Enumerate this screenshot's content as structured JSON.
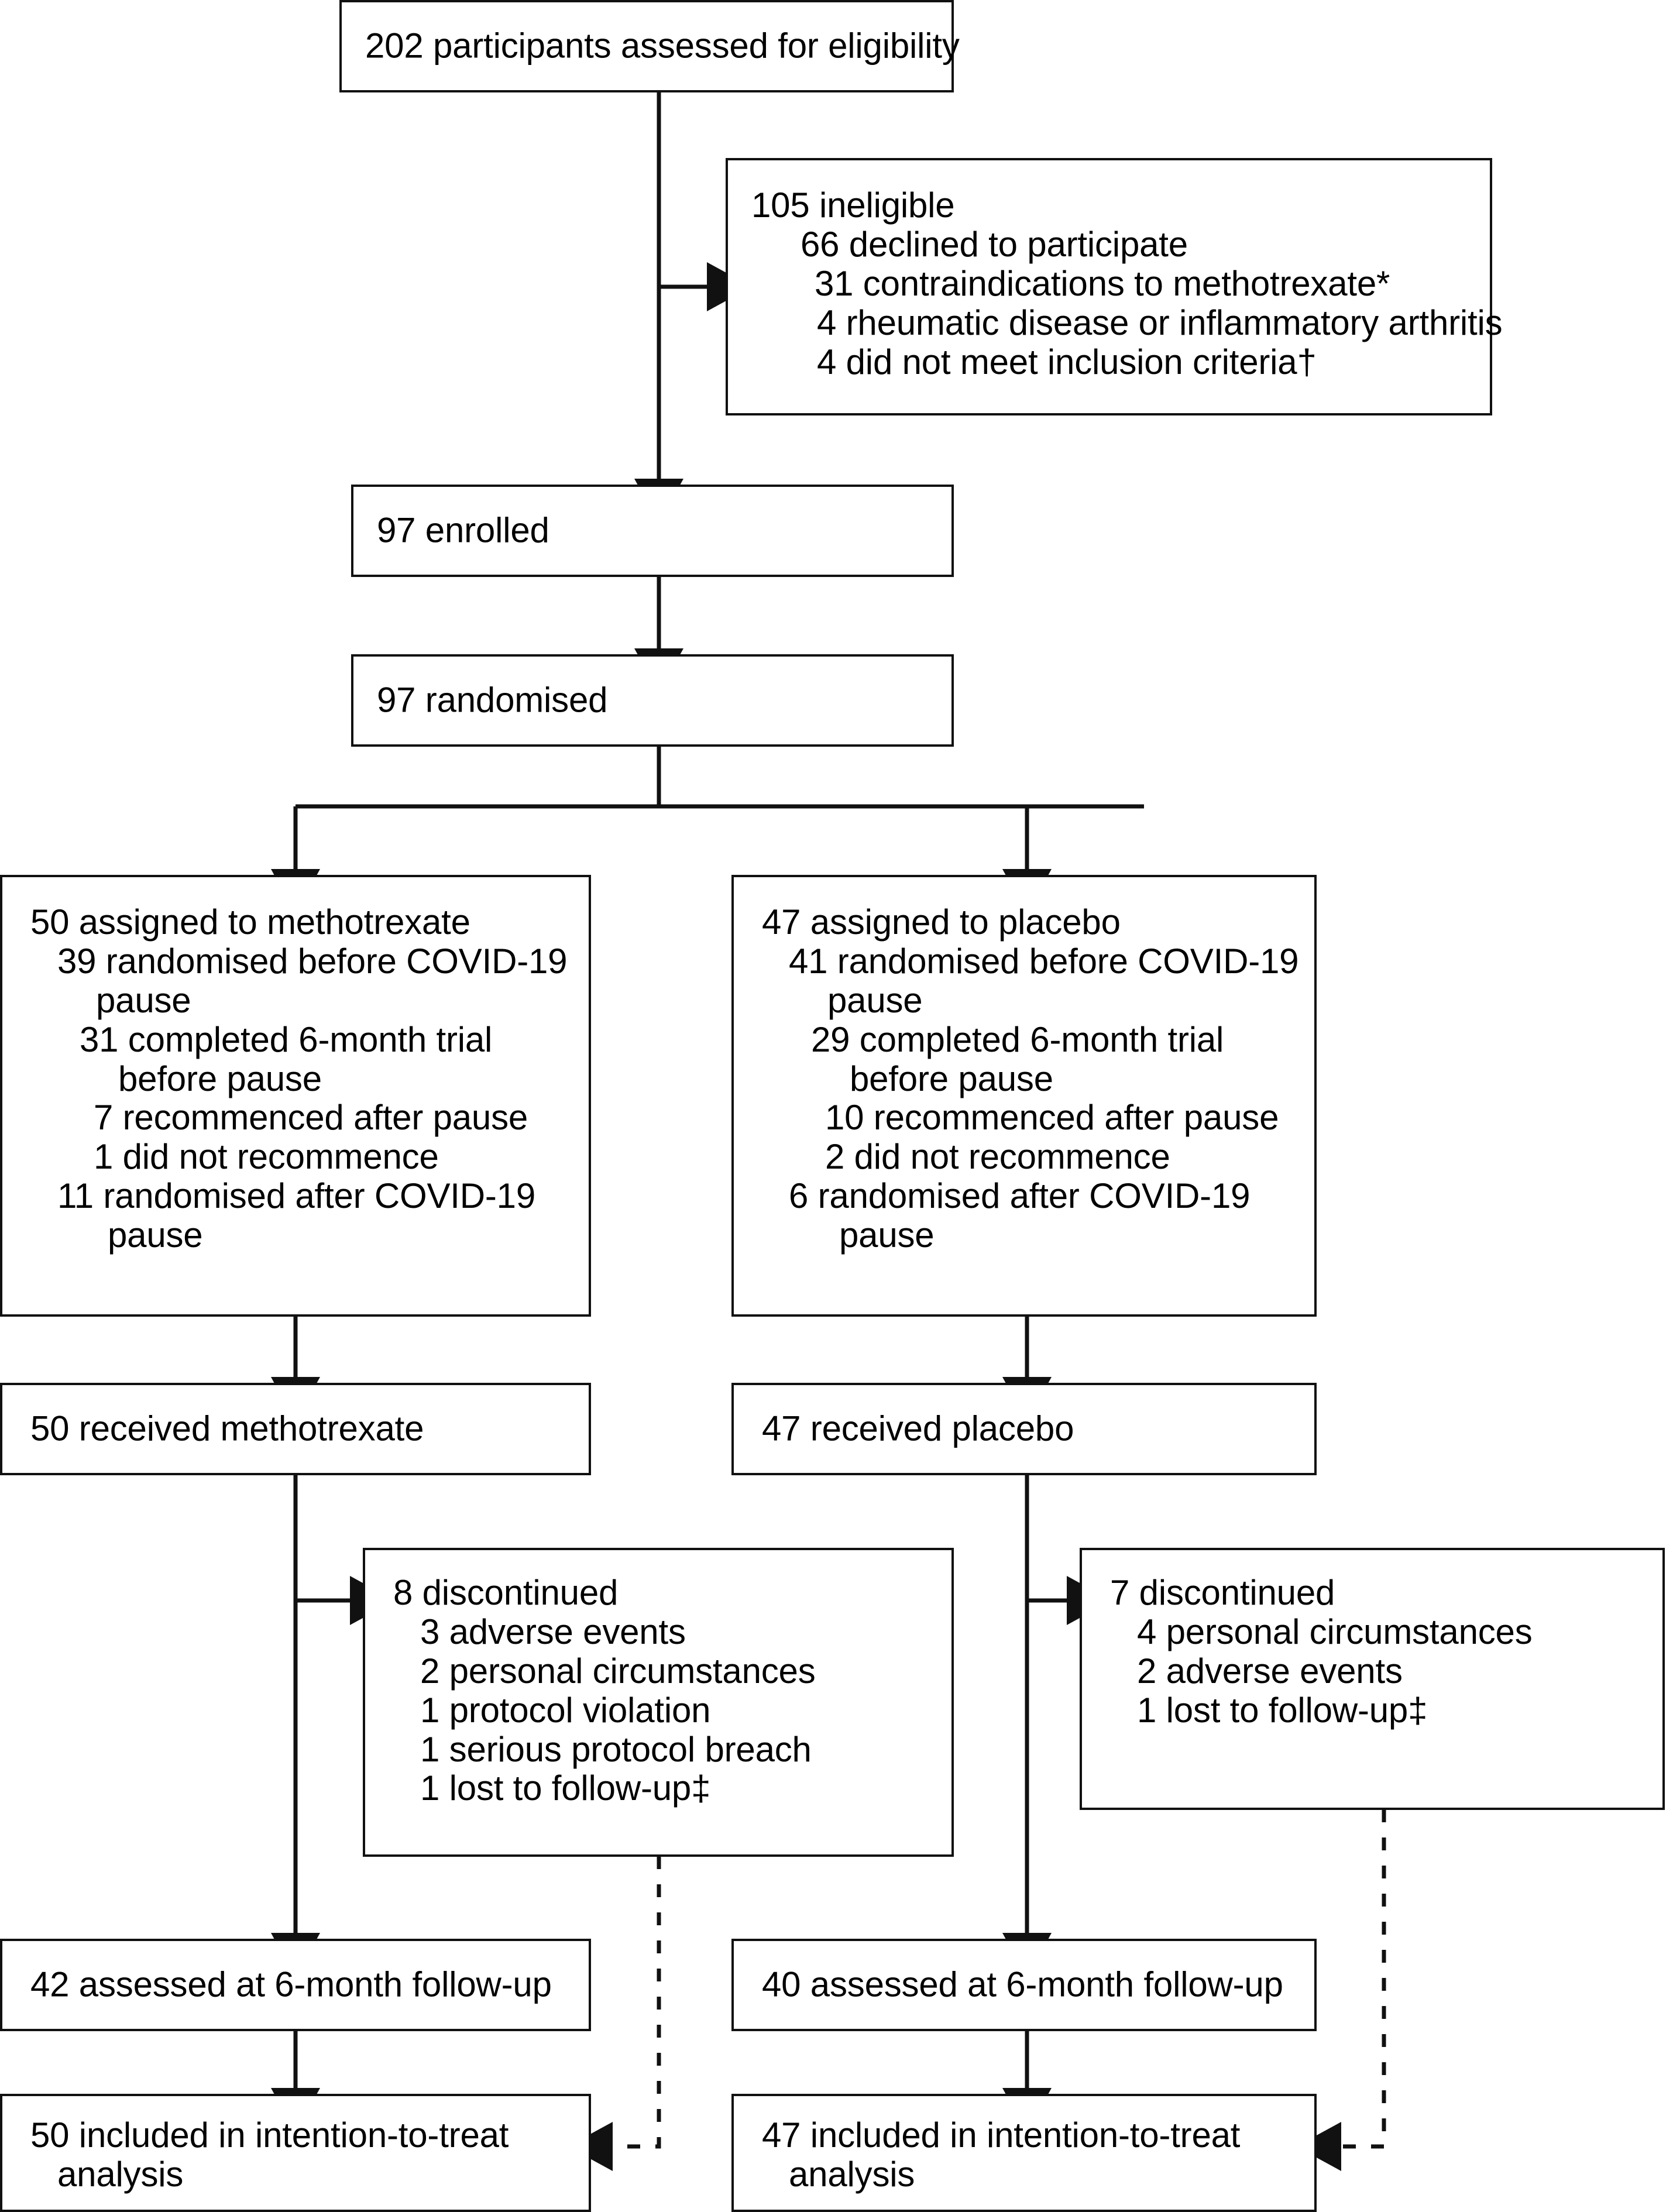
{
  "diagram": {
    "title": "CONSORT participant flow diagram",
    "nodes": {
      "assessed": {
        "line1": "202 participants assessed for eligibility"
      },
      "ineligible": {
        "line1": "105 ineligible",
        "line2": "66 declined to participate",
        "line3": "31 contraindications to methotrexate*",
        "line4": "4 rheumatic disease or inflammatory arthritis",
        "line5": "4 did not meet inclusion criteria†"
      },
      "enrolled": {
        "line1": "97 enrolled"
      },
      "randomised": {
        "line1": "97 randomised"
      },
      "assigned_mtx": {
        "line1": "50 assigned to methotrexate",
        "line2": "39 randomised before COVID-19 pause",
        "line3": "31 completed 6-month trial before pause",
        "line4": "7 recommenced after pause",
        "line5": "1 did not recommence",
        "line6": "11 randomised after COVID-19 pause"
      },
      "assigned_pbo": {
        "line1": "47 assigned to placebo",
        "line2": "41 randomised before COVID-19 pause",
        "line3": "29 completed 6-month trial before pause",
        "line4": "10 recommenced after pause",
        "line5": "2 did not recommence",
        "line6": "6 randomised after COVID-19 pause"
      },
      "received_mtx": {
        "line1": "50 received methotrexate"
      },
      "received_pbo": {
        "line1": "47 received placebo"
      },
      "discontinued_mtx": {
        "line1": "8 discontinued",
        "line2": "3 adverse events",
        "line3": "2 personal circumstances",
        "line4": "1 protocol violation",
        "line5": "1 serious protocol breach",
        "line6": "1 lost to follow-up‡"
      },
      "discontinued_pbo": {
        "line1": "7 discontinued",
        "line2": "4 personal circumstances",
        "line3": "2 adverse events",
        "line4": "1 lost to follow-up‡"
      },
      "followup_mtx": {
        "line1": "42 assessed at 6-month follow-up"
      },
      "followup_pbo": {
        "line1": "40 assessed at 6-month follow-up"
      },
      "itt_mtx": {
        "line1": "50 included in intention-to-treat",
        "line2": "analysis"
      },
      "itt_pbo": {
        "line1": "47 included in intention-to-treat",
        "line2": "analysis"
      }
    },
    "colors": {
      "stroke": "#111111",
      "fill": "#ffffff",
      "text": "#000000"
    }
  }
}
